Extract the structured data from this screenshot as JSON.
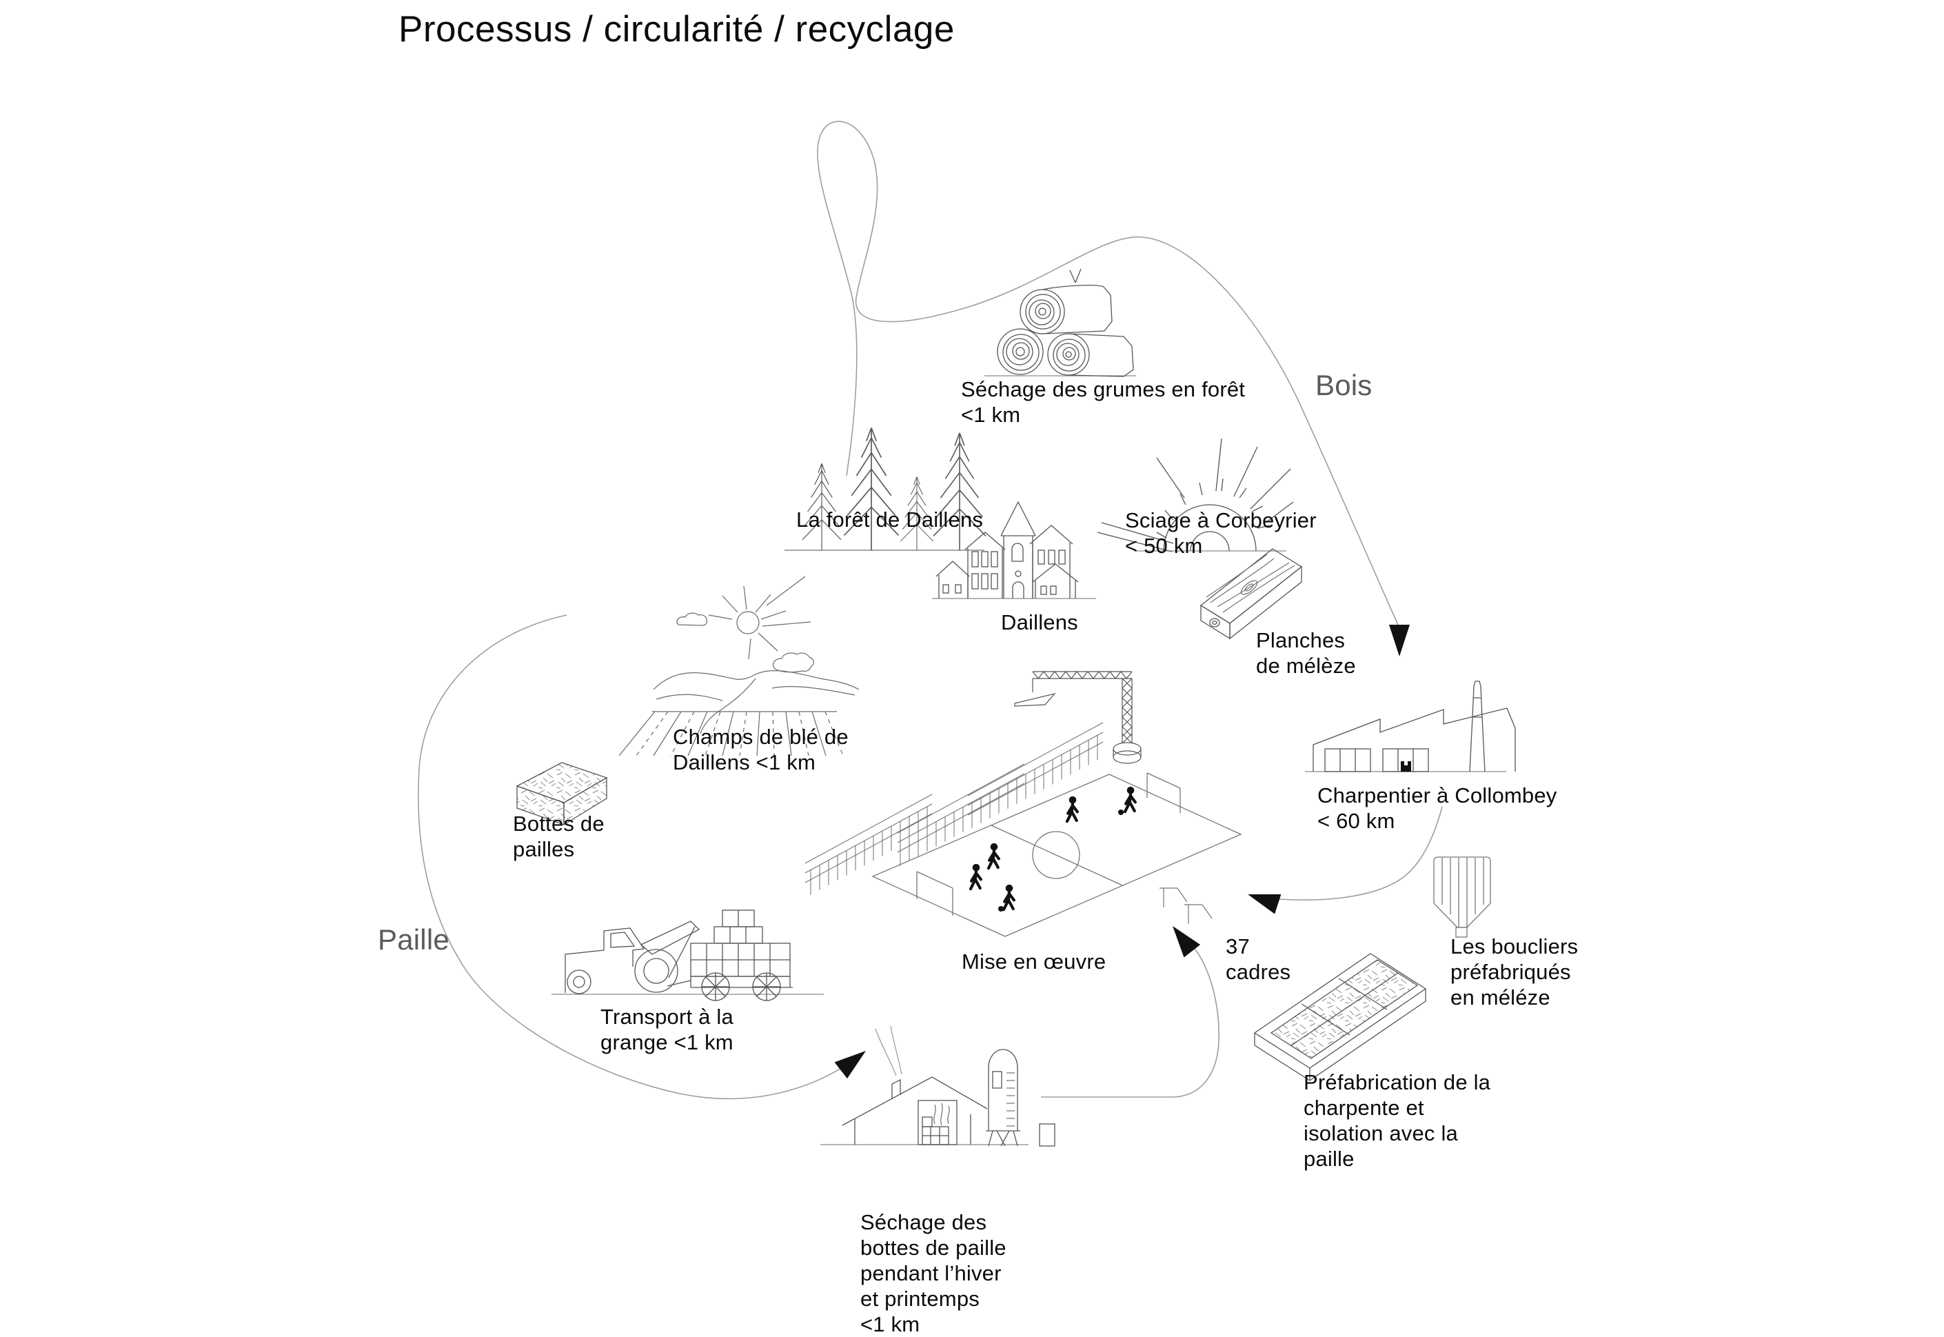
{
  "title": "Processus / circularité / recyclage",
  "cycles": {
    "bois": "Bois",
    "paille": "Paille"
  },
  "nodes": {
    "sechage_grumes": {
      "label": "Séchage des grumes en forêt\n<1 km"
    },
    "foret": {
      "label": "La forêt de Daillens"
    },
    "sciage": {
      "label": "Sciage à Corbeyrier\n< 50 km"
    },
    "daillens": {
      "label": "Daillens"
    },
    "planches": {
      "label": "Planches\nde mélèze"
    },
    "champs": {
      "label": "Champs de blé de\nDaillens <1 km"
    },
    "bottes": {
      "label": "Bottes de\npailles"
    },
    "charpentier": {
      "label": "Charpentier à Collombey\n< 60 km"
    },
    "mise_en_oeuvre": {
      "label": "Mise en œuvre"
    },
    "cadres": {
      "label": "37\ncadres"
    },
    "boucliers": {
      "label": "Les boucliers\npréfabriqués\nen méléze"
    },
    "transport": {
      "label": "Transport à la\ngrange <1 km"
    },
    "prefabrication": {
      "label": "Préfabrication de la\ncharpente et\nisolation avec la\npaille"
    },
    "sechage_bottes": {
      "label": "Séchage des\nbottes de paille\npendant l’hiver\net printemps\n<1 km"
    }
  },
  "icons": [
    "logs-icon",
    "forest-icon",
    "sawblade-icon",
    "village-icon",
    "plank-icon",
    "wheat-field-icon",
    "straw-bale-icon",
    "factory-icon",
    "crane-icon",
    "timber-frames-icon",
    "football-field-icon",
    "shield-icon",
    "tractor-icon",
    "trailer-icon",
    "prefab-panel-icon",
    "barn-icon",
    "silo-icon"
  ],
  "colors": {
    "background": "#ffffff",
    "text": "#0b0b0b",
    "muted_label": "#5b5b5b",
    "flow_line": "#9e9e9e",
    "icon_line": "#4d4d4d",
    "arrow_fill": "#111111"
  }
}
